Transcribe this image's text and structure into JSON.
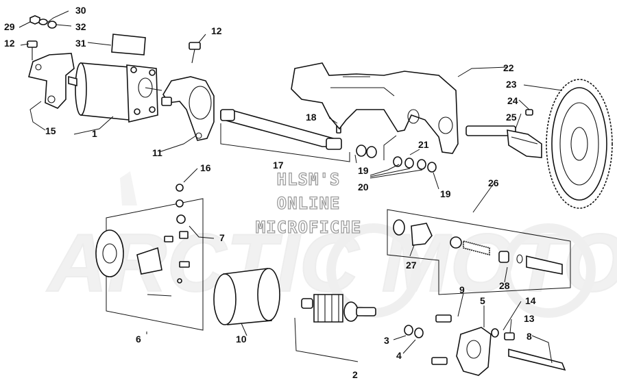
{
  "watermark": {
    "line1": "HLSM'S",
    "line2": "ONLINE",
    "line3": "MICROFICHE",
    "logo_text": "ARCTIC MOTO"
  },
  "callouts": [
    "1",
    "2",
    "3",
    "4",
    "5",
    "6",
    "7",
    "8",
    "9",
    "10",
    "11",
    "12",
    "12",
    "13",
    "14",
    "15",
    "16",
    "17",
    "18",
    "19",
    "19",
    "20",
    "21",
    "22",
    "23",
    "24",
    "25",
    "26",
    "27",
    "28",
    "29",
    "30",
    "31",
    "32"
  ]
}
